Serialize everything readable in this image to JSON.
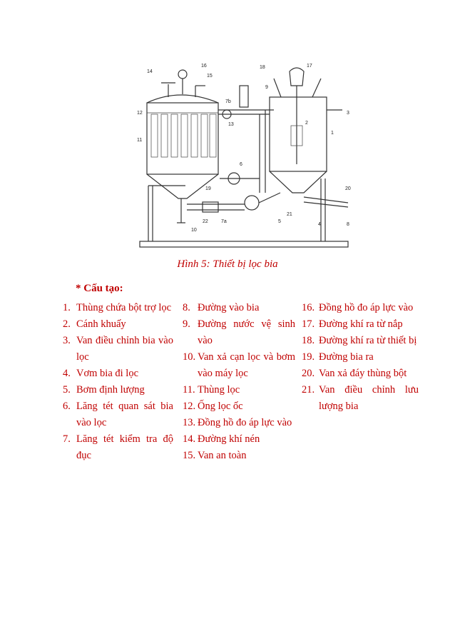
{
  "figure": {
    "caption": "Hình 5: Thiết bị lọc bia",
    "callouts": [
      "1",
      "2",
      "3",
      "4",
      "5",
      "6",
      "7a",
      "7b",
      "8",
      "9",
      "10",
      "11",
      "12",
      "13",
      "14",
      "15",
      "16",
      "17",
      "18",
      "19",
      "20",
      "21",
      "22"
    ]
  },
  "section_title": "* Cấu tạo:",
  "columns": [
    [
      {
        "num": "1.",
        "text": "Thùng chứa bột trợ lọc"
      },
      {
        "num": "2.",
        "text": "Cánh khuấy"
      },
      {
        "num": "3.",
        "text": "Van điều chỉnh bia vào lọc"
      },
      {
        "num": "4.",
        "text": "Vơm bia đi lọc"
      },
      {
        "num": "5.",
        "text": "Bơm định lượng"
      },
      {
        "num": "6.",
        "text": "Lăng tét quan sát bia vào lọc"
      },
      {
        "num": "7.",
        "text": "Lăng tét kiểm tra độ đục"
      }
    ],
    [
      {
        "num": "8.",
        "text": "Đường vào bia"
      },
      {
        "num": "9.",
        "text": "Đường nước vệ sinh vào"
      },
      {
        "num": "10.",
        "text": "Van xả cạn lọc và bơm vào máy lọc"
      },
      {
        "num": "11.",
        "text": "Thùng lọc"
      },
      {
        "num": "12.",
        "text": "Ống lọc ốc"
      },
      {
        "num": "13.",
        "text": "Đồng hồ đo áp lực vào"
      },
      {
        "num": "14.",
        "text": "Đường khí nén"
      },
      {
        "num": "15.",
        "text": "Van an toàn"
      }
    ],
    [
      {
        "num": "16.",
        "text": "Đồng hồ đo áp lực vào"
      },
      {
        "num": "17.",
        "text": "Đường khí ra từ nắp"
      },
      {
        "num": "18.",
        "text": "Đường khí ra từ thiết bị"
      },
      {
        "num": "19.",
        "text": "Đường bia ra"
      },
      {
        "num": "20.",
        "text": "Van xả đáy thùng bột"
      },
      {
        "num": "21.",
        "text": "Van điều chỉnh lưu lượng bia"
      }
    ]
  ]
}
